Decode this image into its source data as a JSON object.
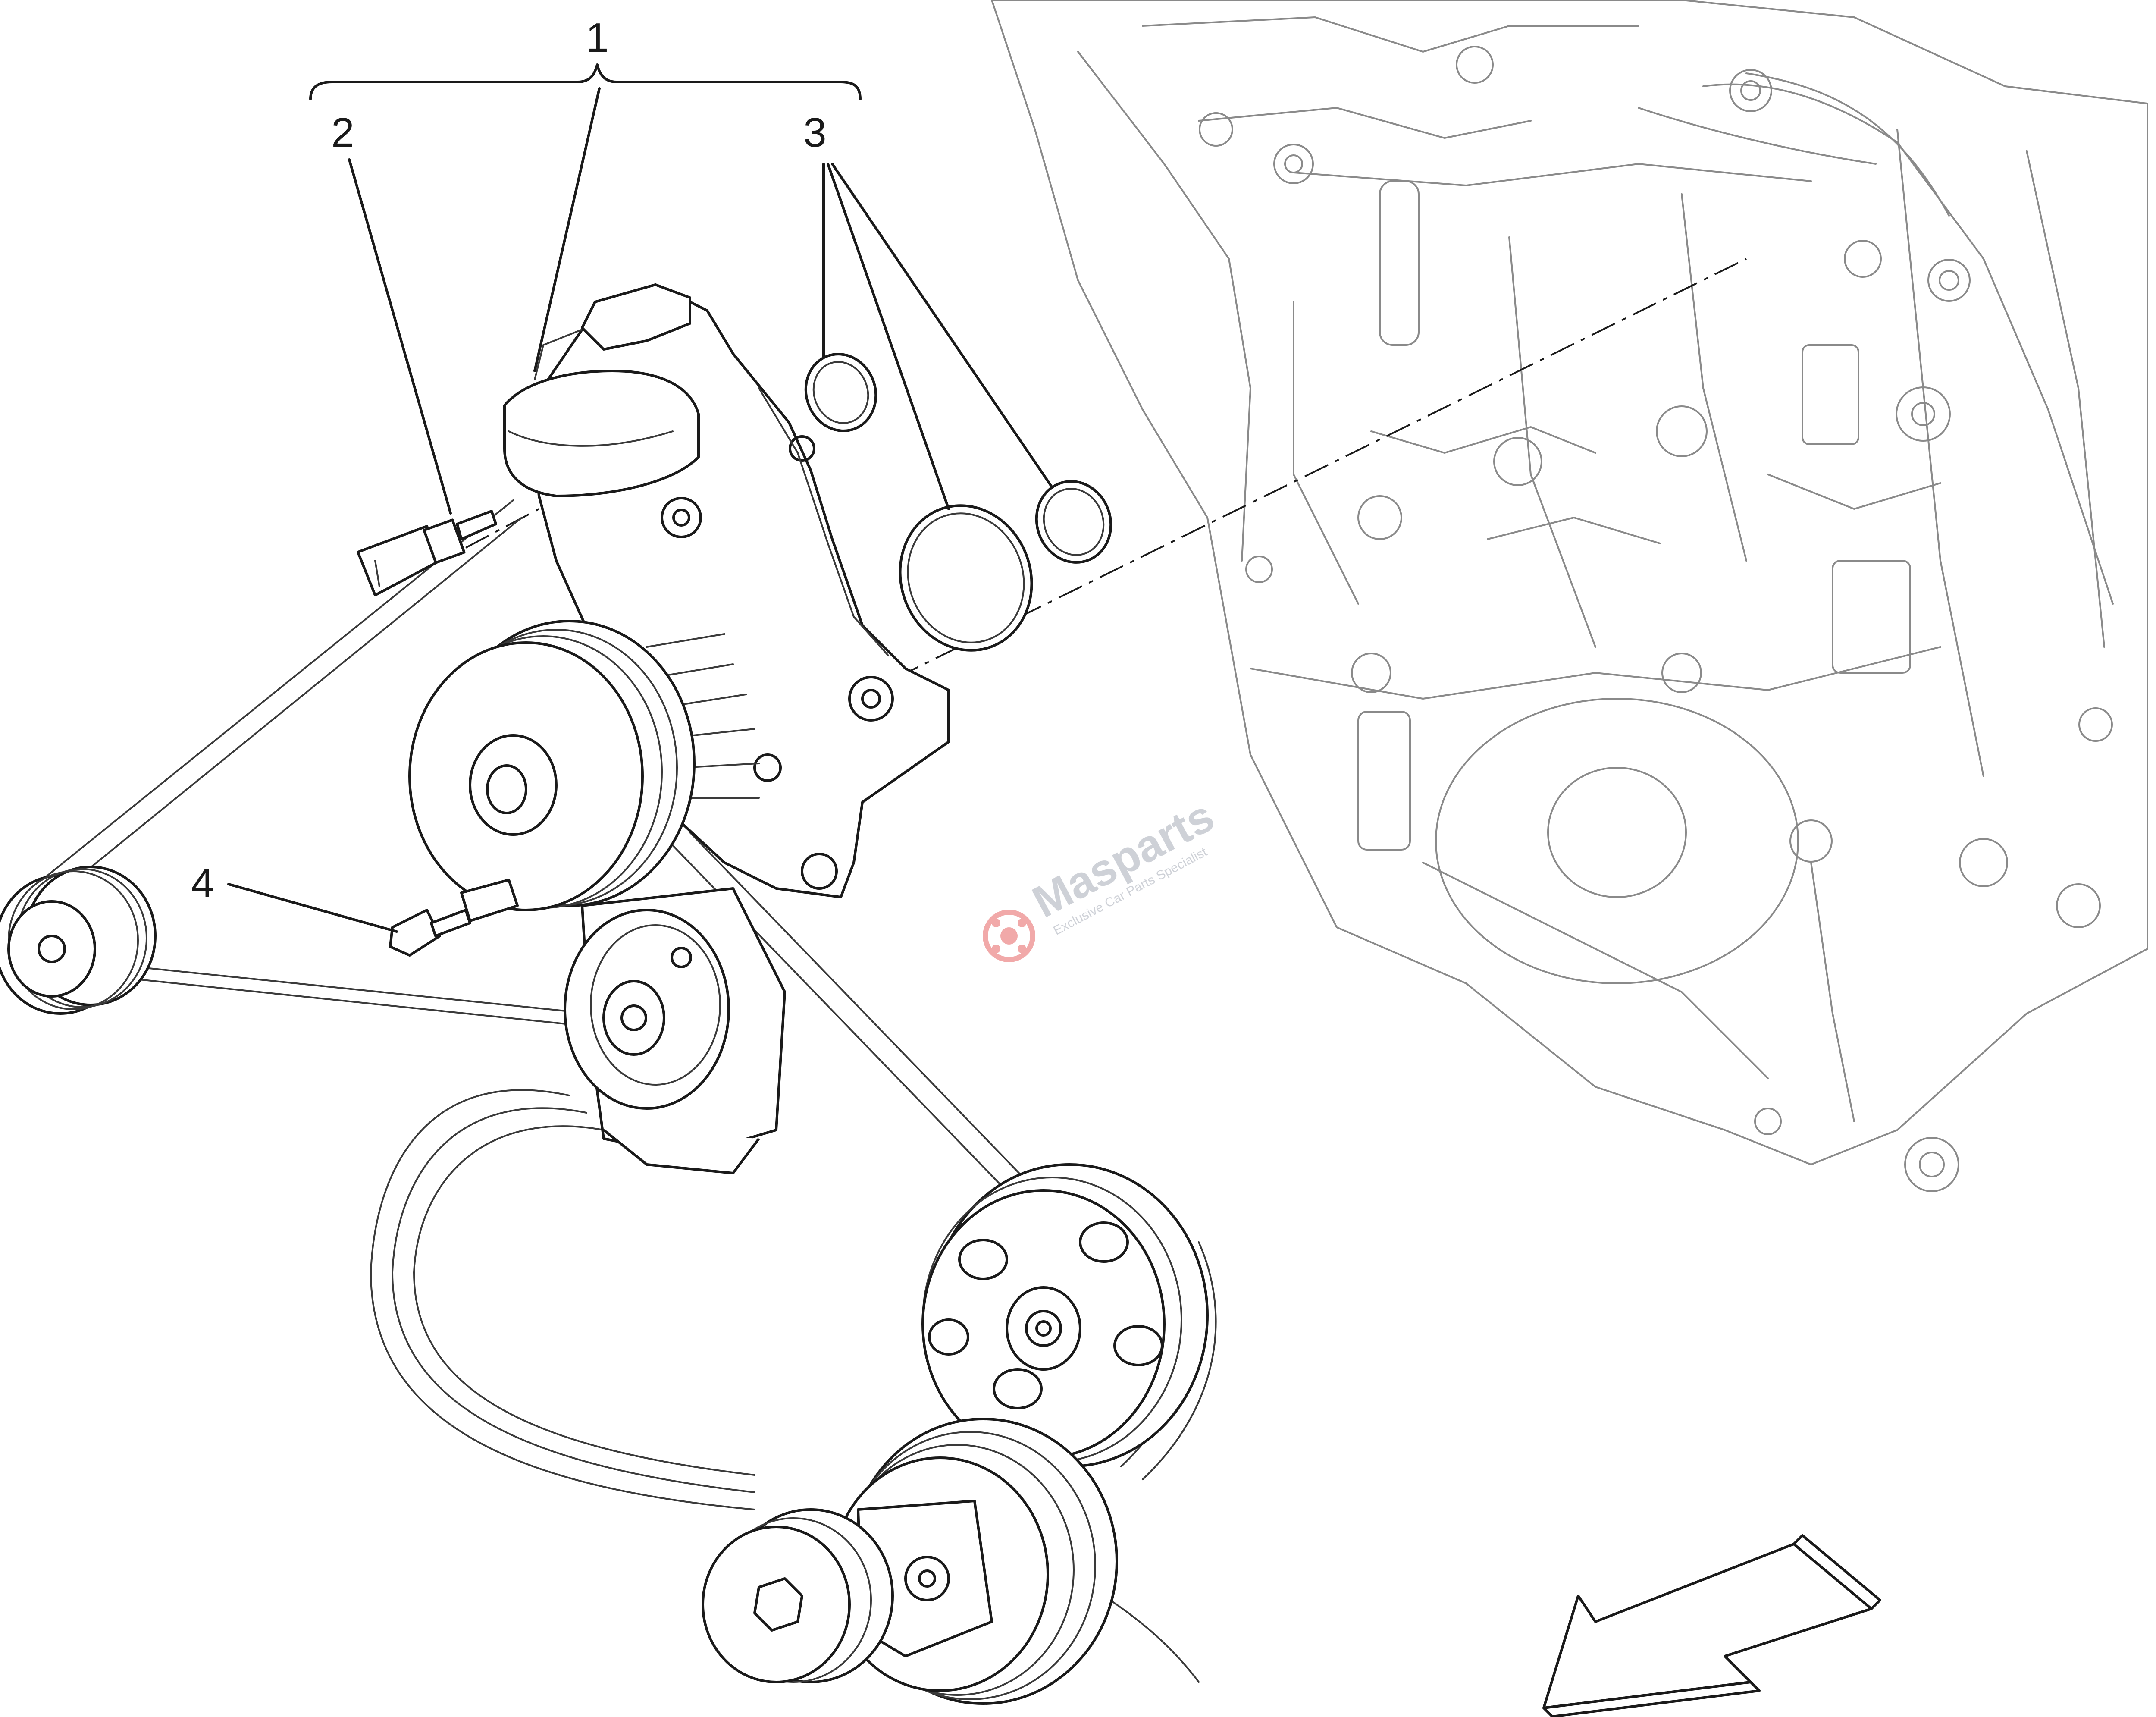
{
  "callouts": [
    {
      "id": "1",
      "label": "1"
    },
    {
      "id": "2",
      "label": "2"
    },
    {
      "id": "3",
      "label": "3"
    },
    {
      "id": "4",
      "label": "4"
    }
  ],
  "watermark": {
    "brand": "Masparts",
    "tagline": "Exclusive Car Parts Specialist"
  },
  "colors": {
    "line": "#1a1a1a",
    "engine_line": "#8a8a8a",
    "watermark": "#c9ccd3",
    "watermark_accent": "#f0a0a0"
  }
}
